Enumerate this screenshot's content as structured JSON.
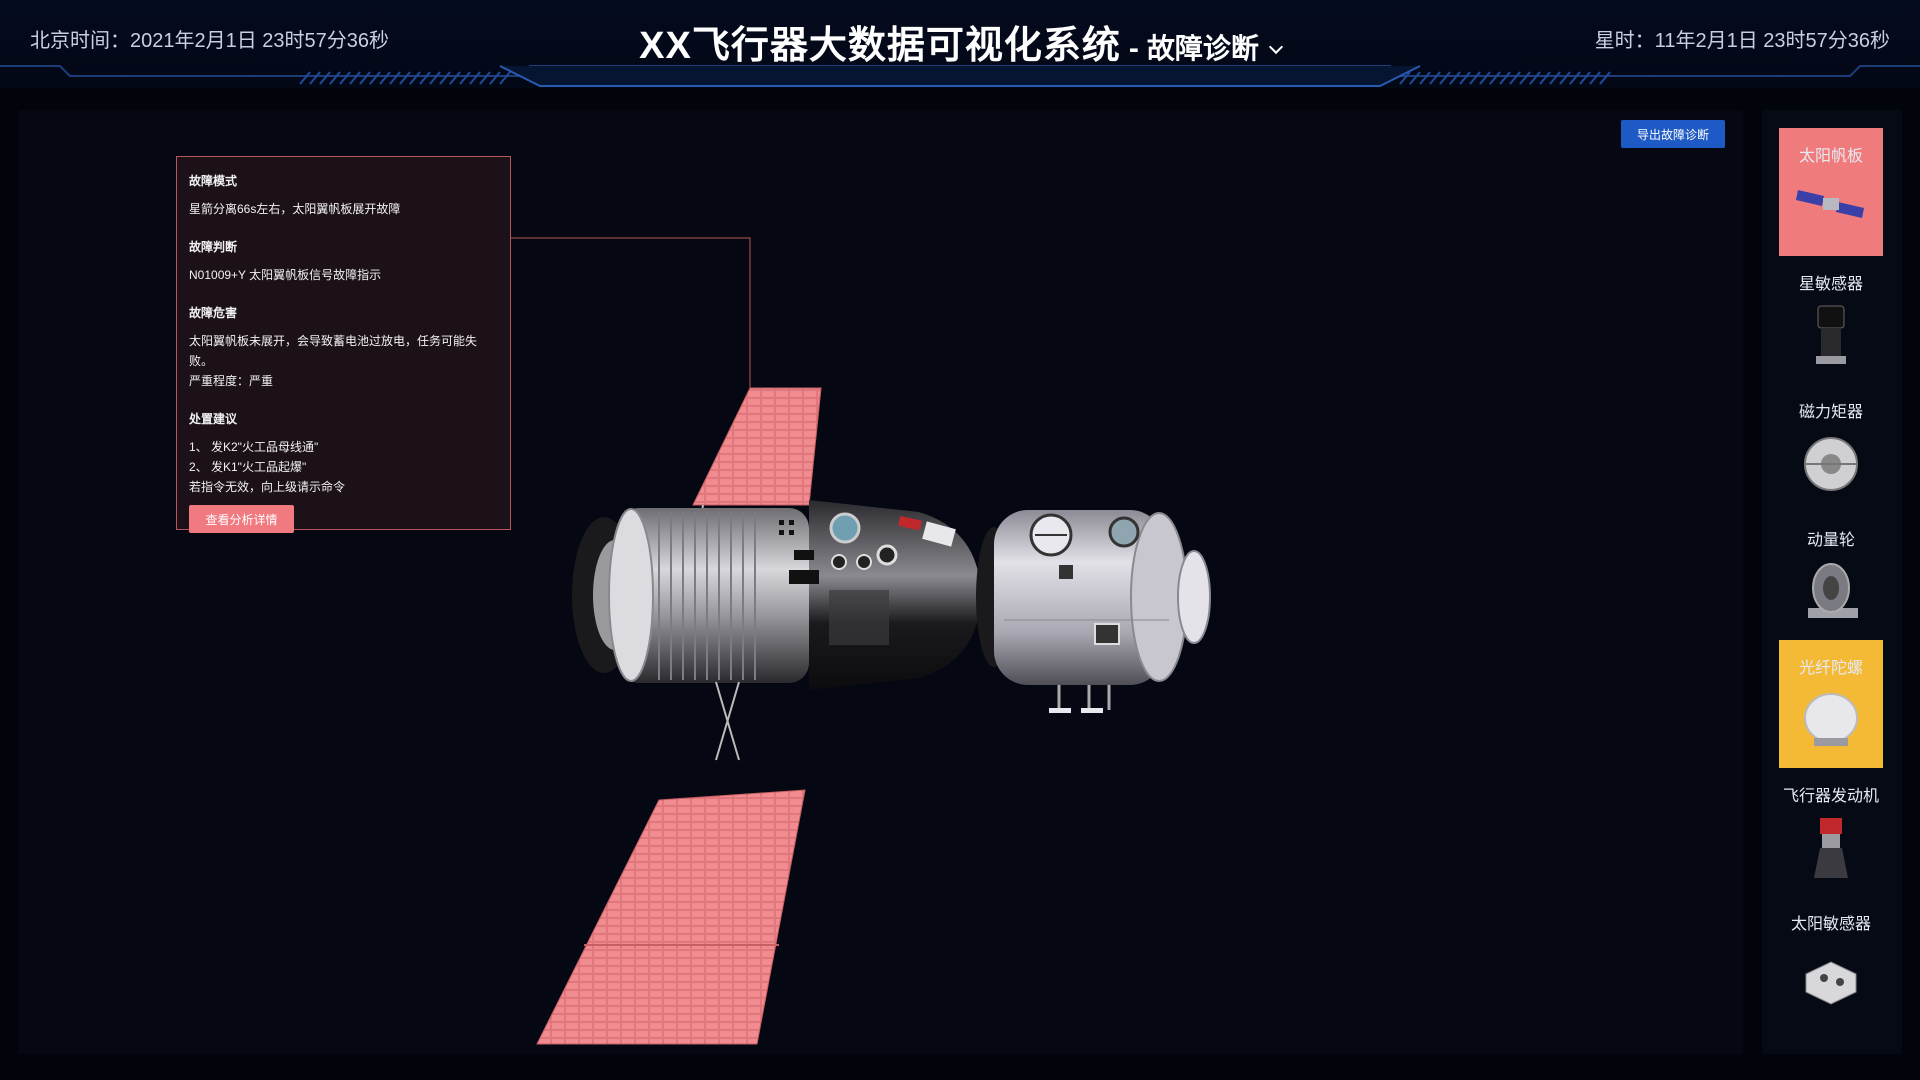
{
  "header": {
    "beijing_time": "北京时间：2021年2月1日 23时57分36秒",
    "star_time": "星时：11年2月1日 23时57分36秒",
    "title": "XX飞行器大数据可视化系统",
    "separator": "-",
    "mode": "故障诊断",
    "dropdown_icon": "chevron-down-icon"
  },
  "viewport": {
    "export_button": "导出故障诊断"
  },
  "fault_panel": {
    "mode_title": "故障模式",
    "mode_text": "星箭分离66s左右，太阳翼帆板展开故障",
    "judge_title": "故障判断",
    "judge_text": "N01009+Y 太阳翼帆板信号故障指示",
    "hazard_title": "故障危害",
    "hazard_text": "太阳翼帆板未展开，会导致蓄电池过放电，任务可能失败。",
    "severity_text": "严重程度：严重",
    "advice_title": "处置建议",
    "advice_1": "1、 发K2\"火工品母线通\"",
    "advice_2": "2、 发K1\"火工品起爆\"",
    "advice_3": "若指令无效，向上级请示命令",
    "detail_button": "查看分析详情"
  },
  "sidebar": {
    "items": [
      {
        "label": "太阳帆板",
        "state": "fault",
        "icon": "solar-panel-icon"
      },
      {
        "label": "星敏感器",
        "state": "normal",
        "icon": "star-sensor-icon"
      },
      {
        "label": "磁力矩器",
        "state": "normal",
        "icon": "magnetorquer-icon"
      },
      {
        "label": "动量轮",
        "state": "normal",
        "icon": "momentum-wheel-icon"
      },
      {
        "label": "光纤陀螺",
        "state": "warning",
        "icon": "fiber-gyro-icon"
      },
      {
        "label": "飞行器发动机",
        "state": "normal",
        "icon": "engine-icon"
      },
      {
        "label": "太阳敏感器",
        "state": "normal",
        "icon": "sun-sensor-icon"
      }
    ]
  },
  "colors": {
    "fault": "#f07b7c",
    "warning": "#f4b935",
    "button_blue": "#1d5ac5",
    "panel_border": "#b5575b"
  }
}
